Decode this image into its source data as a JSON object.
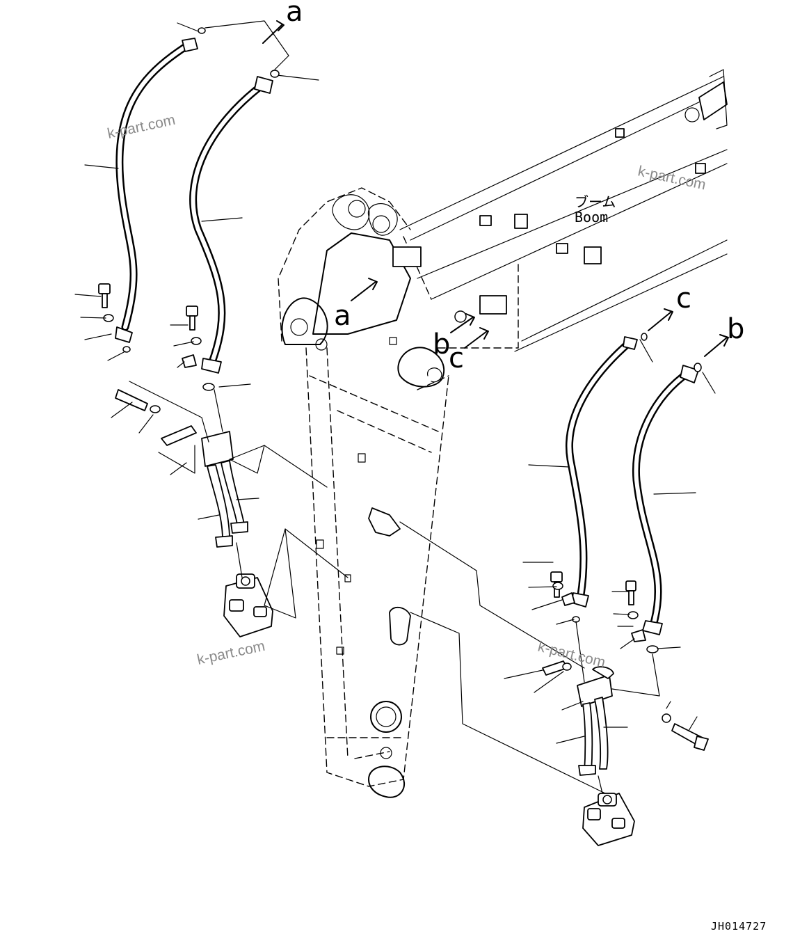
{
  "callouts": {
    "a_top": "a",
    "a_boom": "a",
    "b_boom": "b",
    "c_boom": "c",
    "c_right": "c",
    "b_right": "b"
  },
  "boom_label": {
    "japanese": "ブーム",
    "english": "Boom"
  },
  "watermarks": {
    "top_left": "k-part.com",
    "top_right": "k-part.com",
    "bottom_left": "k-part.com",
    "bottom_right": "k-part.com"
  },
  "drawing_code": "JH014727"
}
